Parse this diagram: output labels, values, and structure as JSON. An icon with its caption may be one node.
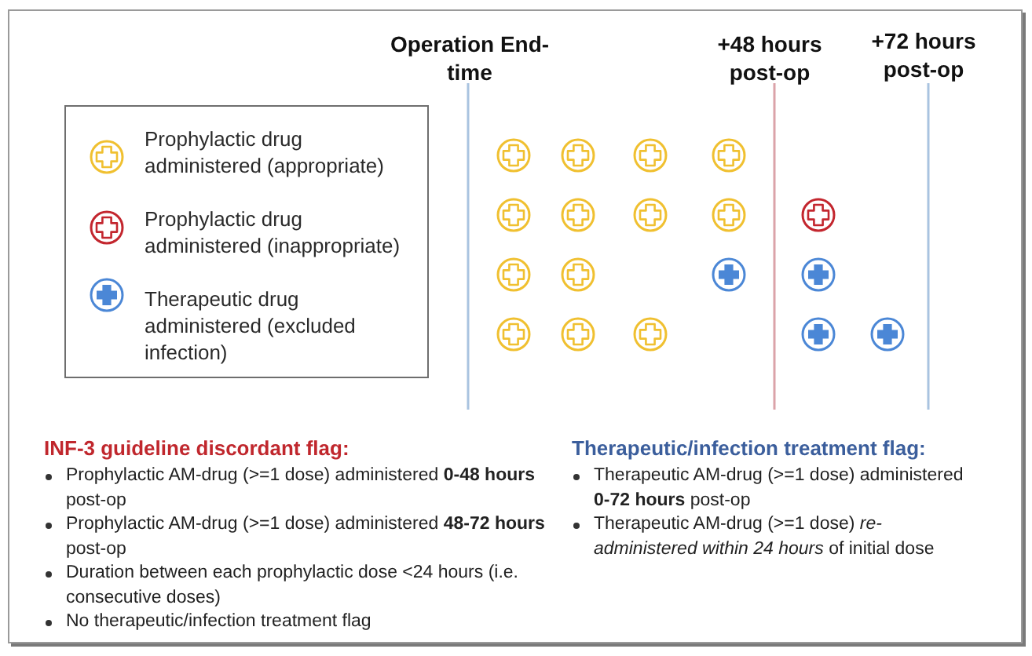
{
  "diagram": {
    "labels": [
      "Operation End-time",
      "+48 hours post-op",
      "+72 hours post-op",
      "INF-3 guideline discordant flag:",
      "Prophylactic AM-drug (>=1 dose) administered **0-48 hours** post-op",
      "Prophylactic AM-drug (>=1 dose) administered **48-72 hours** post-op",
      "Duration between each prophylactic dose <24 hours (i.e. consecutive doses)",
      "No therapeutic/infection treatment flag",
      "Therapeutic/infection treatment flag:",
      "Therapeutic AM-drug (>=1 dose) administered **0-72 hours** post-op",
      "Therapeutic AM-drug (>=1 dose) *re-administered within 24 hours* of initial dose"
    ],
    "legend": [
      {
        "text": "Prophylactic drug administered (appropriate)"
      },
      {
        "text": "Prophylactic drug administered (inappropriate)"
      },
      {
        "text": "Therapeutic drug administered (excluded infection)"
      }
    ]
  }
}
